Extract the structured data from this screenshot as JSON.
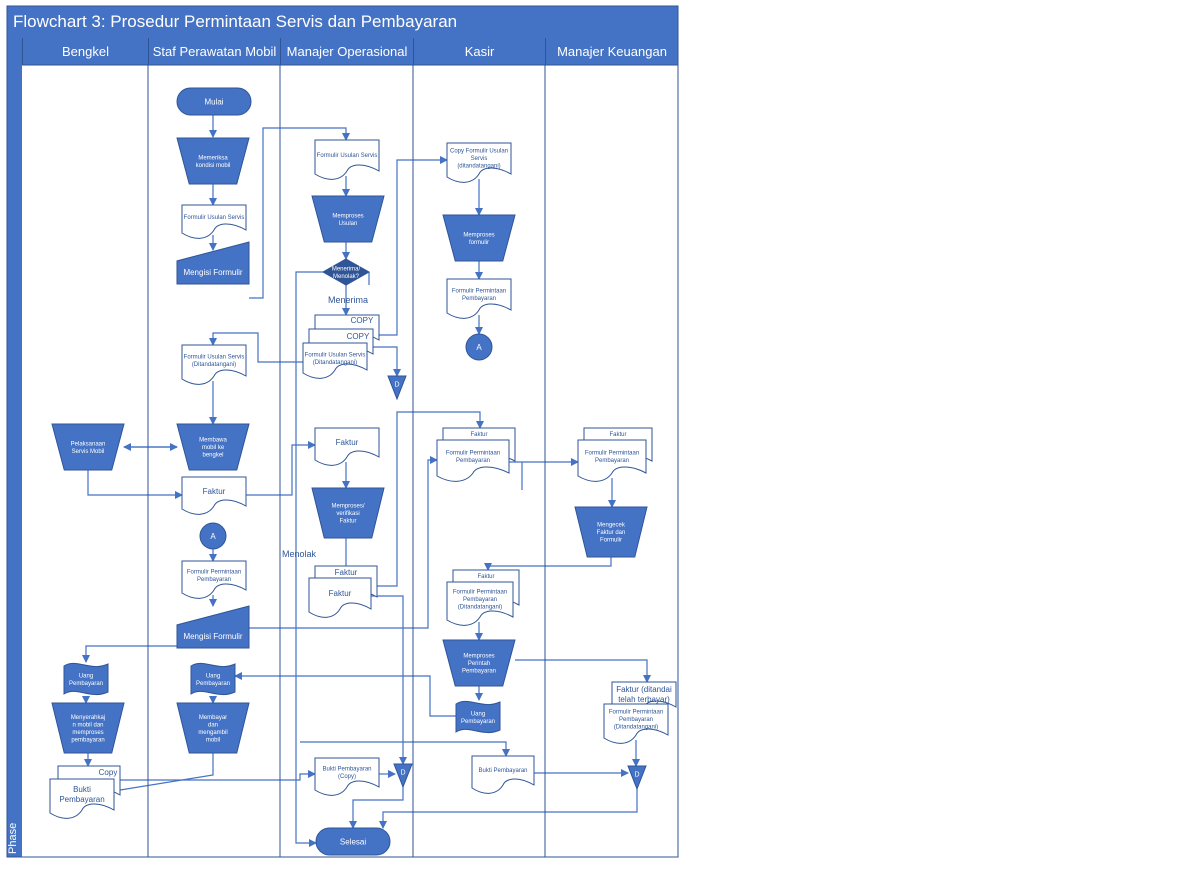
{
  "title": "Flowchart 3: Prosedur Permintaan Servis dan Pembayaran",
  "phase": "Phase",
  "lanes": [
    "Bengkel",
    "Staf Perawatan Mobil",
    "Manajer Operasional",
    "Kasir",
    "Manajer Keuangan"
  ],
  "nodes": {
    "mulai": "Mulai",
    "memeriksa": [
      "Memeriksa",
      "kondisi mobil"
    ],
    "formulir_usulan_1": "Formulir Usulan Servis",
    "mengisi_formulir_1": "Mengisi Formulir",
    "formulir_usulan_mo": "Formulir Usulan Servis",
    "memproses_usulan": [
      "Memproses",
      "Usulan"
    ],
    "decision": [
      "Menerima/",
      "Menolak?"
    ],
    "menerima": "Menerima",
    "menolak": "Menolak",
    "copy_1": "COPY",
    "copy_2": "COPY",
    "formulir_usulan_ttd_mo": [
      "Formulir Usulan Servis",
      "(Ditandatangani)"
    ],
    "connector_d": "D",
    "copy_formulir_kasir": [
      "Copy Formulir Usulan",
      "Servis",
      "(ditandatangani)"
    ],
    "memproses_formulir": [
      "Memproses",
      "formulir"
    ],
    "formulir_permintaan_kasir": [
      "Formulir Permintaan",
      "Pembayaran"
    ],
    "connector_a": "A",
    "formulir_usulan_ttd_staf": [
      "Formulir Usulan Servis",
      "(Ditandatangani)"
    ],
    "pelaksanaan": [
      "Pelaksanaan",
      "Servis Mobil"
    ],
    "membawa": [
      "Membawa",
      "mobil ke",
      "bengkel"
    ],
    "faktur_staf": "Faktur",
    "faktur_mo": "Faktur",
    "memproses_verifikasi": [
      "Memproses/",
      "verifikasi",
      "Faktur"
    ],
    "faktur_stack_back": "Faktur",
    "faktur_stack_front": "Faktur",
    "faktur_kasir_back": "Faktur",
    "formulir_permintaan_kasir2": [
      "Formulir Permintaan",
      "Pembayaran"
    ],
    "faktur_mk_back": "Faktur",
    "formulir_permintaan_mk": [
      "Formulir Permintaan",
      "Pembayaran"
    ],
    "mengecek": [
      "Mengecek",
      "Faktur dan",
      "Formulir"
    ],
    "faktur_kasir3_back": "Faktur",
    "formulir_permintaan_ttd_kasir": [
      "Formulir Permintaan",
      "Pembayaran",
      "(Ditandatangani)"
    ],
    "formulir_permintaan_staf": [
      "Formulir Permintaan",
      "Pembayaran"
    ],
    "mengisi_formulir_2": "Mengisi Formulir",
    "memproses_perintah": [
      "Memproses",
      "Perintah",
      "Pembayaran"
    ],
    "faktur_ditandai": [
      "Faktur (ditandai",
      "telah terbayar)"
    ],
    "formulir_permintaan_ttd_mk": [
      "Formulir Permintaan",
      "Pembayaran",
      "(Ditandatangani)"
    ],
    "uang_pembayaran_bengkel": [
      "Uang",
      "Pembayaran"
    ],
    "uang_pembayaran_staf": [
      "Uang",
      "Pembayaran"
    ],
    "uang_pembayaran_kasir": [
      "Uang",
      "Pembayaran"
    ],
    "menyerahkan": [
      "Menyerahkaj",
      "n mobil dan",
      "memproses",
      "pembayaran"
    ],
    "membayar": [
      "Membayar",
      "dan",
      "mengambil",
      "mobil"
    ],
    "copy_bukti": "Copy",
    "bukti_pembayaran_bengkel": [
      "Bukti",
      "Pembayaran"
    ],
    "bukti_pembayaran_copy": [
      "Bukti Pembayaran",
      "(Copy)"
    ],
    "bukti_pembayaran_kasir": "Bukti Pembayaran",
    "selesai": "Selesai"
  },
  "colors": {
    "fill": "#4472c4",
    "stroke": "#2f5597",
    "line": "#4472c4",
    "white": "#ffffff"
  }
}
